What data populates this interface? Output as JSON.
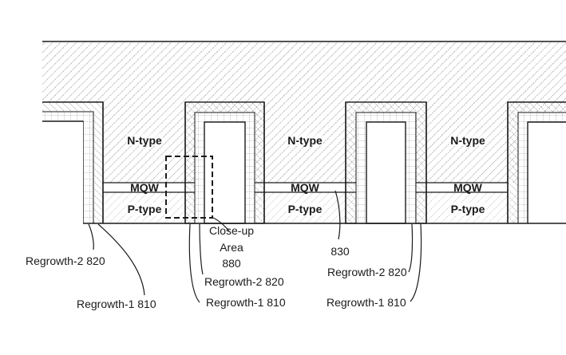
{
  "figure": {
    "regions": {
      "n_type": "N-type",
      "mqw": "MQW",
      "p_type": "P-type"
    },
    "mesas": [
      {
        "n_label": "N-type",
        "mqw_label": "MQW",
        "p_label": "P-type"
      },
      {
        "n_label": "N-type",
        "mqw_label": "MQW",
        "p_label": "P-type"
      },
      {
        "n_label": "N-type",
        "mqw_label": "MQW",
        "p_label": "P-type"
      }
    ],
    "callouts": {
      "regrowth2_left": "Regrowth-2 820",
      "regrowth1_left": "Regrowth-1 810",
      "closeup_line1": "Close-up",
      "closeup_line2": "Area",
      "closeup_line3": "880",
      "regrowth2_mid": "Regrowth-2 820",
      "regrowth1_mid": "Regrowth-1 810",
      "ref_830": "830",
      "regrowth2_right": "Regrowth-2 820",
      "regrowth1_right": "Regrowth-1 810"
    },
    "colors": {
      "line": "#1a1a1a",
      "hatch": "#8a8a8a",
      "background": "#ffffff"
    }
  }
}
